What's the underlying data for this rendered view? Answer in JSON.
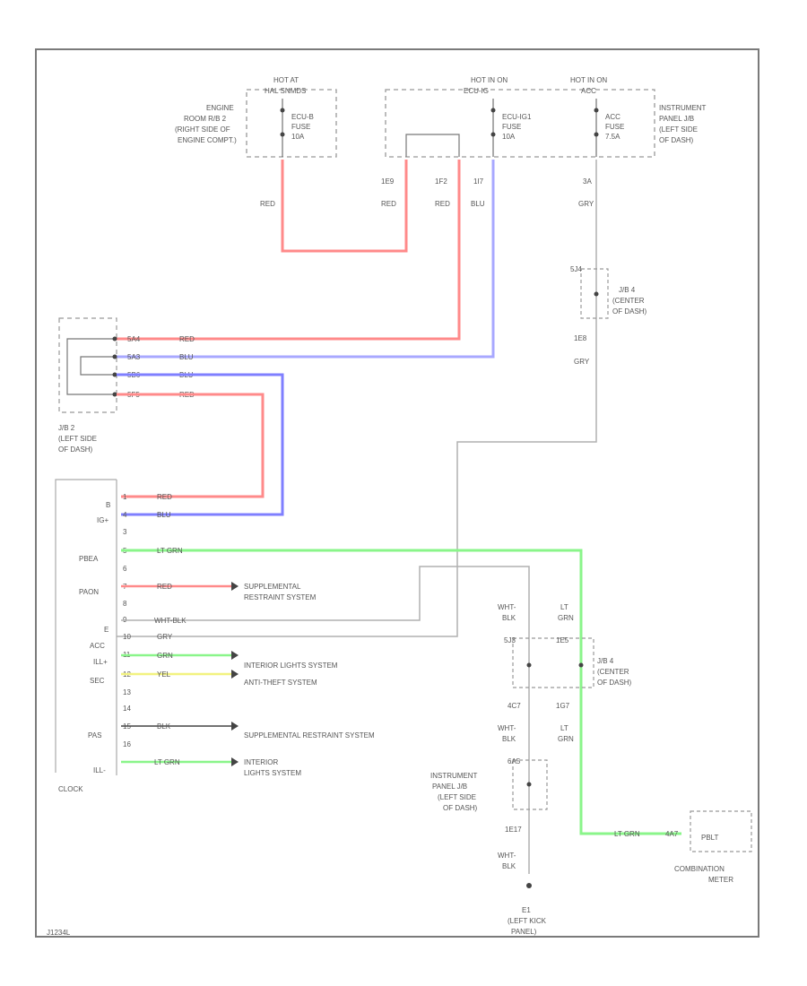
{
  "hot_at": "HOT AT",
  "hot_in_on": "HOT IN ON",
  "fuse_hal": "HAL SNMDS",
  "fuse_ecu_ig": "ECU-IG",
  "fuse_acc": "ACC",
  "engine_room": [
    "ENGINE",
    "ROOM R/B 2",
    "(RIGHT SIDE OF",
    "ENGINE COMPT.)"
  ],
  "fuse1_name": [
    "ECU-B",
    "FUSE",
    "10A"
  ],
  "fuse2_name": [
    "ECU-IG1",
    "FUSE",
    "10A"
  ],
  "fuse3_name": [
    "ACC",
    "FUSE",
    "7.5A"
  ],
  "instrument_jb_top": [
    "INSTRUMENT",
    "PANEL J/B",
    "(LEFT SIDE",
    "OF DASH)"
  ],
  "pins_top": [
    "1E9",
    "1F2",
    "1I7",
    "3A"
  ],
  "wire_red": "RED",
  "wire_blu": "BLU",
  "wire_gry": "GRY",
  "jb4_pin_top": "5J4",
  "jb4_pin_bot": "1E8",
  "jb4_label": [
    "J/B 4",
    "(CENTER",
    "OF DASH)"
  ],
  "jb2_pins": [
    "5A4",
    "5A3",
    "5B6",
    "5F5"
  ],
  "jb2_label": [
    "J/B 2",
    "(LEFT SIDE",
    "OF DASH)"
  ],
  "clock_title": "CLOCK",
  "clock_pins_left": [
    "B",
    "IG+",
    "PBEA",
    "PAON",
    "E",
    "ACC",
    "ILL+",
    "SEC",
    "PAS",
    "ILL-"
  ],
  "clock_pins_num": [
    "1",
    "4",
    "3",
    "5",
    "6",
    "7",
    "8",
    "9",
    "10",
    "11",
    "12",
    "13",
    "14",
    "15",
    "16"
  ],
  "wire_lt_grn": "LT GRN",
  "wire_wht_blk": "WHT-BLK",
  "wire_grn": "GRN",
  "wire_yel": "YEL",
  "wire_blk": "BLK",
  "dest_srs_1": [
    "SUPPLEMENTAL",
    "RESTRAINT SYSTEM"
  ],
  "dest_interior": "INTERIOR LIGHTS SYSTEM",
  "dest_antitheft": "ANTI-THEFT SYSTEM",
  "dest_srs_2": "SUPPLEMENTAL RESTRAINT SYSTEM",
  "dest_interior_2": [
    "INTERIOR",
    "LIGHTS SYSTEM"
  ],
  "ground_pins": [
    "5J3",
    "1E5",
    "4C7",
    "1G7",
    "6A5",
    "1E17"
  ],
  "wht_blk_label": [
    "WHT-",
    "BLK"
  ],
  "lt_grn_label": [
    "LT",
    "GRN"
  ],
  "instrument_jb_bot": [
    "INSTRUMENT",
    "PANEL J/B",
    "(LEFT SIDE",
    "OF DASH)"
  ],
  "ground_name": [
    "E1",
    "(LEFT KICK",
    "PANEL)"
  ],
  "combo_pin": "4A7",
  "combo_inner": "PBLT",
  "combo_label": [
    "COMBINATION",
    "METER"
  ],
  "footer_code": "J1234L",
  "colors": {
    "red": "#ff8a8a",
    "blue": "#7f7fff",
    "lt_blue": "#a8a8ff",
    "green": "#8af58a",
    "yellow": "#f2f280",
    "gray": "#b0b0b0",
    "black": "#444444",
    "border": "#7a7a7a"
  }
}
